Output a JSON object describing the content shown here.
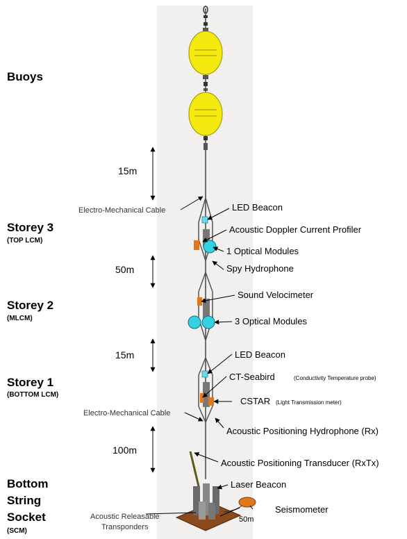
{
  "sections": {
    "buoys": "Buoys",
    "storey3": "Storey 3",
    "storey3_sub": "(TOP LCM)",
    "storey2": "Storey 2",
    "storey2_sub": "(MLCM)",
    "storey1": "Storey 1",
    "storey1_sub": "(BOTTOM LCM)",
    "bss_line1": "Bottom",
    "bss_line2": "String",
    "bss_line3": "Socket",
    "bss_sub": "(SCM)"
  },
  "distances": {
    "d1": "15m",
    "d2": "50m",
    "d3": "15m",
    "d4": "100m",
    "d5": "50m"
  },
  "annotations": {
    "emc_top": "Electro-Mechanical Cable",
    "led_top": "LED Beacon",
    "adcp": "Acoustic Doppler Current Profiler",
    "om1": "1 Optical Modules",
    "spy": "Spy Hydrophone",
    "sv": "Sound Velocimeter",
    "om3": "3 Optical Modules",
    "led_bottom": "LED Beacon",
    "ct": "CT-Seabird",
    "ct_note": "(Conductivity Temperature probe)",
    "cstar": "CSTAR",
    "cstar_note": "(Light Transmission meter)",
    "emc_bottom": "Electro-Mechanical Cable",
    "aph": "Acoustic Positioning Hydrophone (Rx)",
    "apt": "Acoustic Positioning Transducer (RxTx)",
    "laser": "Laser Beacon",
    "seis": "Seismometer",
    "art1": "Acoustic Releasable",
    "art2": "Transponders"
  },
  "colors": {
    "buoy": "#f4ea10",
    "optical_module": "#35d0e0",
    "led": "#6fd6ea",
    "instrument": "#e07820",
    "base": "#8a4a1c",
    "panel": "#f2f0ee"
  }
}
